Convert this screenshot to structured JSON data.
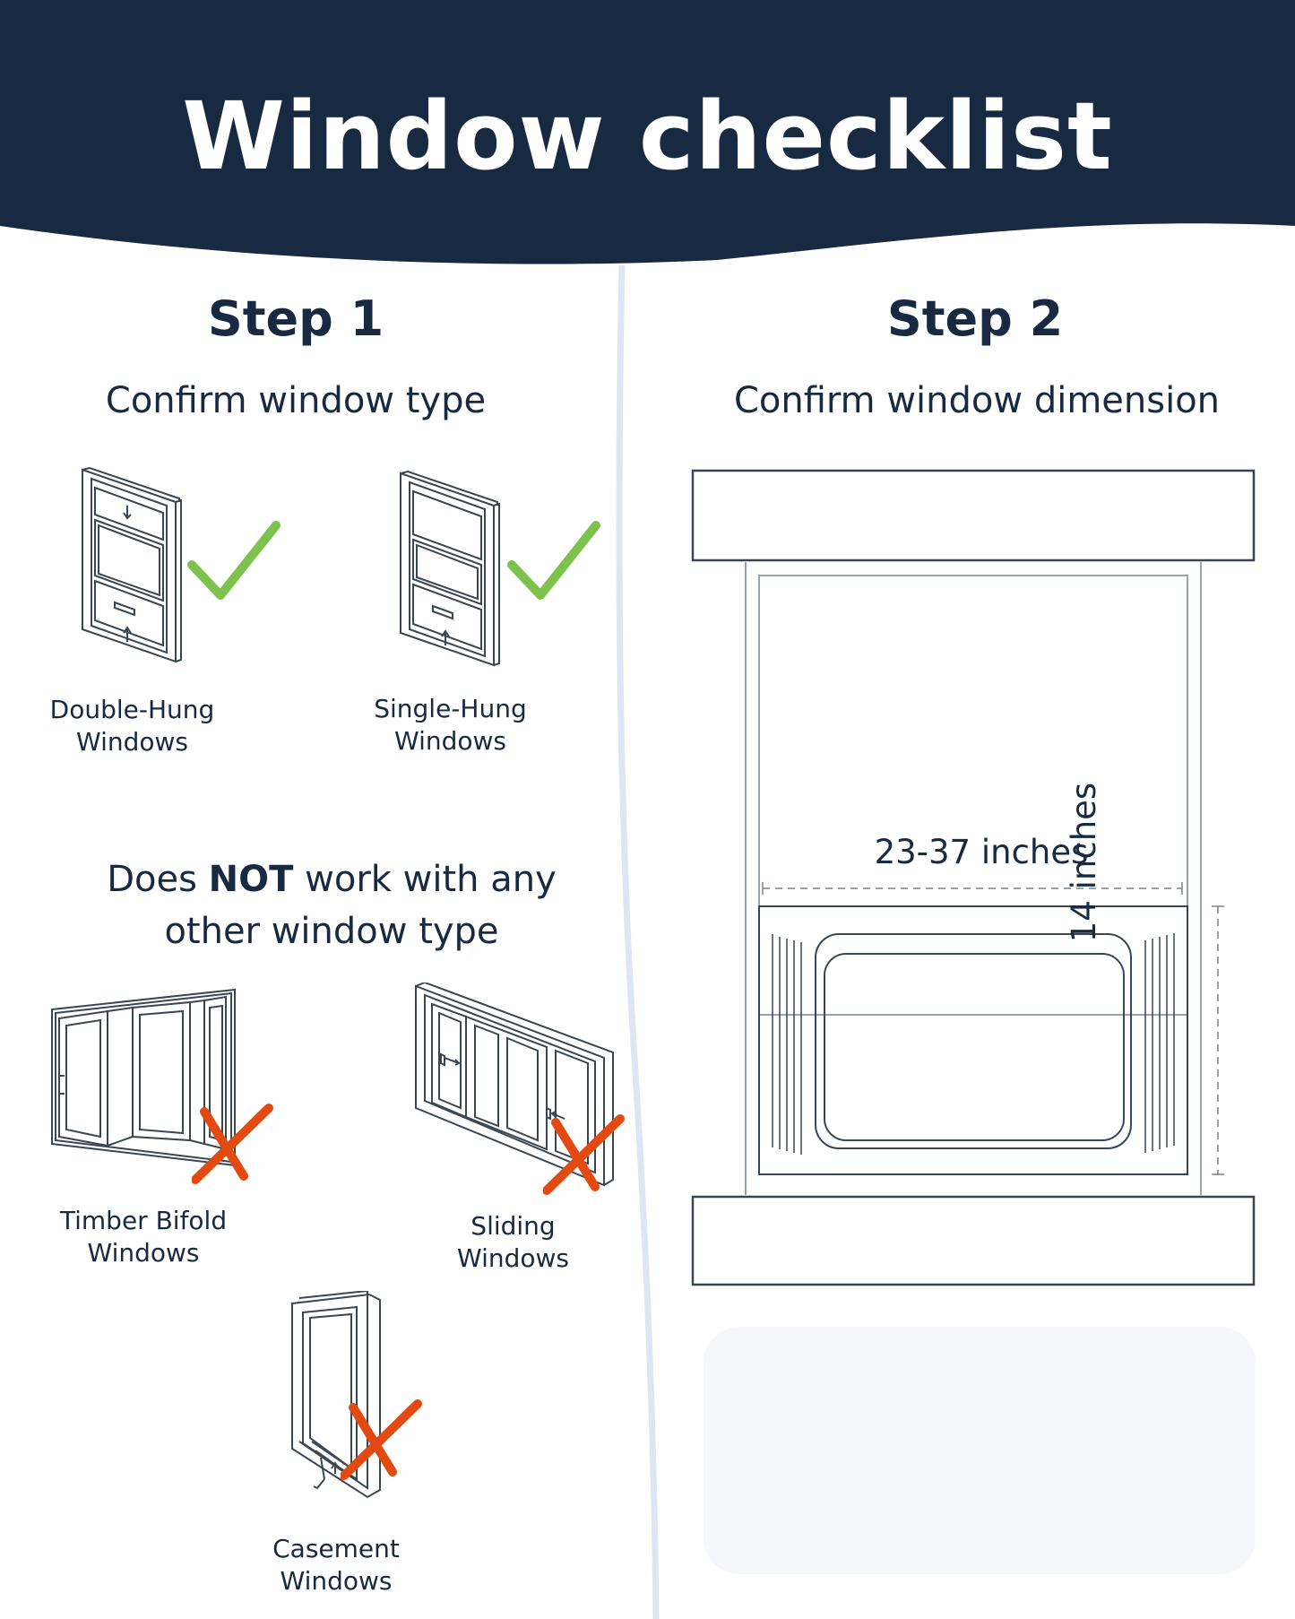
{
  "header": {
    "title": "Window checklist",
    "bg_color": "#172a42"
  },
  "step1": {
    "title": "Step 1",
    "subtitle": "Confirm window type",
    "compatible": [
      {
        "name": "double-hung",
        "line1": "Double-Hung",
        "line2": "Windows",
        "mark": "check"
      },
      {
        "name": "single-hung",
        "line1": "Single-Hung",
        "line2": "Windows",
        "mark": "check"
      }
    ],
    "warning": {
      "pre": "Does ",
      "bold": "NOT",
      "post": " work with any",
      "line2": "other window type"
    },
    "incompatible": [
      {
        "name": "timber-bifold",
        "line1": "Timber Bifold",
        "line2": "Windows",
        "mark": "cross"
      },
      {
        "name": "sliding",
        "line1": "Sliding",
        "line2": "Windows",
        "mark": "cross"
      },
      {
        "name": "casement",
        "line1": "Casement",
        "line2": "Windows",
        "mark": "cross"
      }
    ]
  },
  "step2": {
    "title": "Step 2",
    "subtitle": "Confirm window dimension",
    "width_label": "23-37 inches",
    "height_label": "14 inches"
  },
  "colors": {
    "check": "#7cc24d",
    "cross": "#e24a12",
    "line": "#3a4652",
    "divider": "#dfe5f1",
    "panel": "#f6f7fa"
  }
}
